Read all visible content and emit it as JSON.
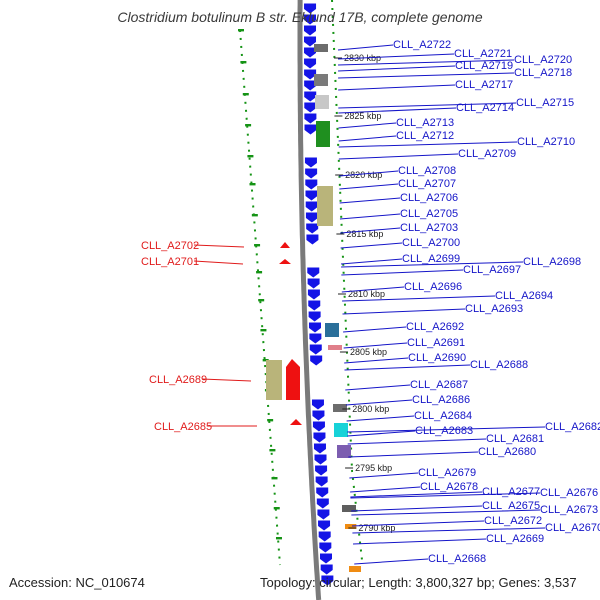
{
  "title": "Clostridium botulinum B str. Eklund 17B, complete genome",
  "footer": {
    "accession": "Accession: NC_010674",
    "topology": "Topology: circular; Length: 3,800,327 bp; Genes: 3,537"
  },
  "colors": {
    "left_label": "#e01b1b",
    "right_label": "#1515c8",
    "forward_gene": "#1414e6",
    "reverse_gene": "#ee1111",
    "backbone": "#7a7a7a",
    "tick": "#159315"
  },
  "ruler": [
    {
      "label": "2830 kbp",
      "kbp": 2830
    },
    {
      "label": "2825 kbp",
      "kbp": 2825
    },
    {
      "label": "2820 kbp",
      "kbp": 2820
    },
    {
      "label": "2815 kbp",
      "kbp": 2815
    },
    {
      "label": "2810 kbp",
      "kbp": 2810
    },
    {
      "label": "2805 kbp",
      "kbp": 2805
    },
    {
      "label": "2800 kbp",
      "kbp": 2800
    },
    {
      "label": "2795 kbp",
      "kbp": 2795
    },
    {
      "label": "2790 kbp",
      "kbp": 2790
    }
  ],
  "left_genes": [
    "CLL_A2702",
    "CLL_A2701",
    "CLL_A2689",
    "CLL_A2685"
  ],
  "right_genes": [
    "CLL_A2722",
    "CLL_A2721",
    "CLL_A2720",
    "CLL_A2719",
    "CLL_A2718",
    "CLL_A2717",
    "CLL_A2715",
    "CLL_A2714",
    "CLL_A2713",
    "CLL_A2712",
    "CLL_A2710",
    "CLL_A2709",
    "CLL_A2708",
    "CLL_A2707",
    "CLL_A2706",
    "CLL_A2705",
    "CLL_A2703",
    "CLL_A2700",
    "CLL_A2699",
    "CLL_A2698",
    "CLL_A2697",
    "CLL_A2696",
    "CLL_A2694",
    "CLL_A2693",
    "CLL_A2692",
    "CLL_A2691",
    "CLL_A2690",
    "CLL_A2688",
    "CLL_A2687",
    "CLL_A2686",
    "CLL_A2684",
    "CLL_A2683",
    "CLL_A2682",
    "CLL_A2681",
    "CLL_A2680",
    "CLL_A2679",
    "CLL_A2678",
    "CLL_A2677",
    "CLL_A2676",
    "CLL_A2675",
    "CLL_A2673",
    "CLL_A2672",
    "CLL_A2670",
    "CLL_A2669",
    "CLL_A2668"
  ]
}
